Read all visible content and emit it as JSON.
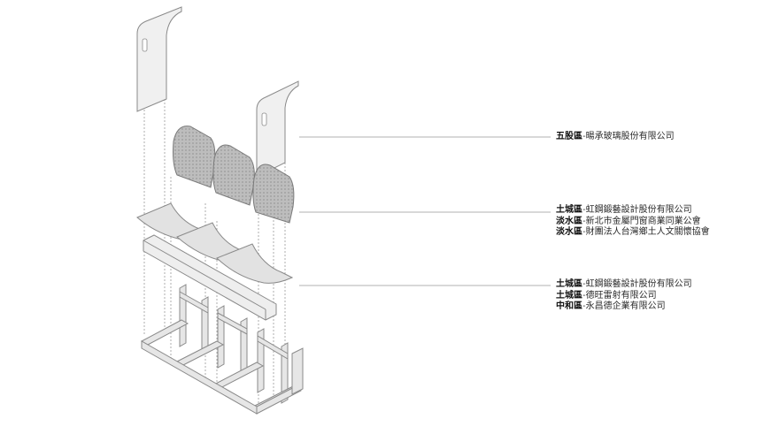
{
  "groups": [
    {
      "id": "backrest-panel",
      "entries": [
        {
          "district": "五股區",
          "company": "暘承玻璃股份有限公司"
        }
      ]
    },
    {
      "id": "seat-shells",
      "entries": [
        {
          "district": "土城區",
          "company": "虹鋼鍛藝設計股份有限公司"
        },
        {
          "district": "淡水區",
          "company": "新北市金屬門窗商業同業公會"
        },
        {
          "district": "淡水區",
          "company": "財團法人台灣鄉土人文關懷協會"
        }
      ]
    },
    {
      "id": "steel-frame",
      "entries": [
        {
          "district": "土城區",
          "company": "虹鋼鍛藝設計股份有限公司"
        },
        {
          "district": "土城區",
          "company": "德旺雷射有限公司"
        },
        {
          "district": "中和區",
          "company": "永昌德企業有限公司"
        }
      ]
    }
  ],
  "separator": "-",
  "colors": {
    "line": "#b0b0b0",
    "panel": "#f0f0f0",
    "shell": "#c8c8c8",
    "frame": "#e6e6e6",
    "stroke": "#8a8a8a"
  }
}
